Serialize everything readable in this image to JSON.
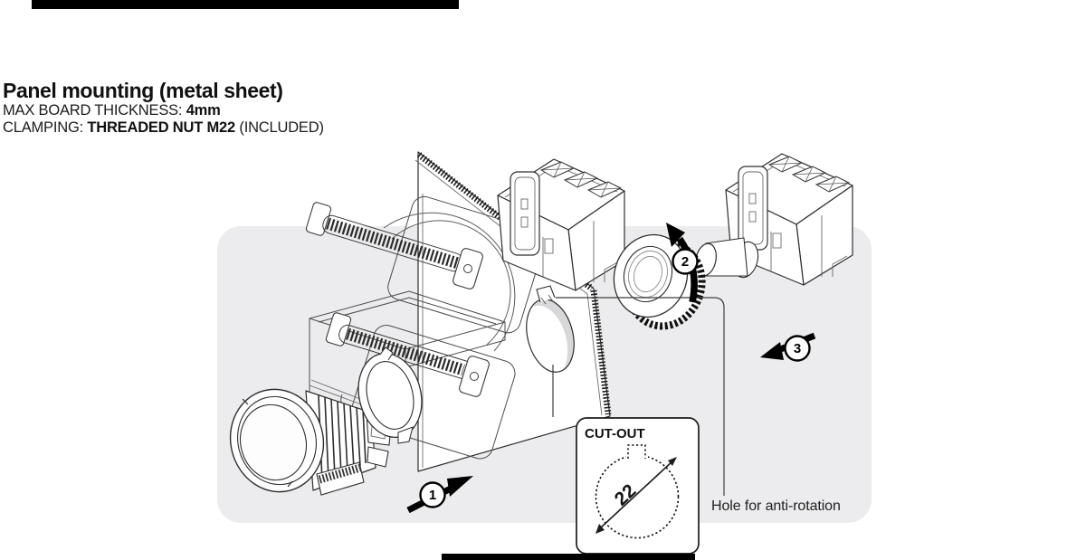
{
  "header": {
    "title": "Panel mounting (metal sheet)",
    "specs": [
      {
        "label": "MAX BOARD THICKNESS: ",
        "bold": "4mm",
        "suffix": ""
      },
      {
        "label": "CLAMPING: ",
        "bold": "THREADED NUT M22",
        "suffix": " (INCLUDED)"
      }
    ]
  },
  "diagram": {
    "steps": [
      "1",
      "2",
      "3"
    ],
    "cutout": {
      "title": "CUT-OUT",
      "diameter": "22"
    },
    "hole_label": "Hole for anti-rotation"
  },
  "colors": {
    "panel_background": "#ececee",
    "line_art": "#2e2e2e",
    "crop_bar": "#000000"
  }
}
